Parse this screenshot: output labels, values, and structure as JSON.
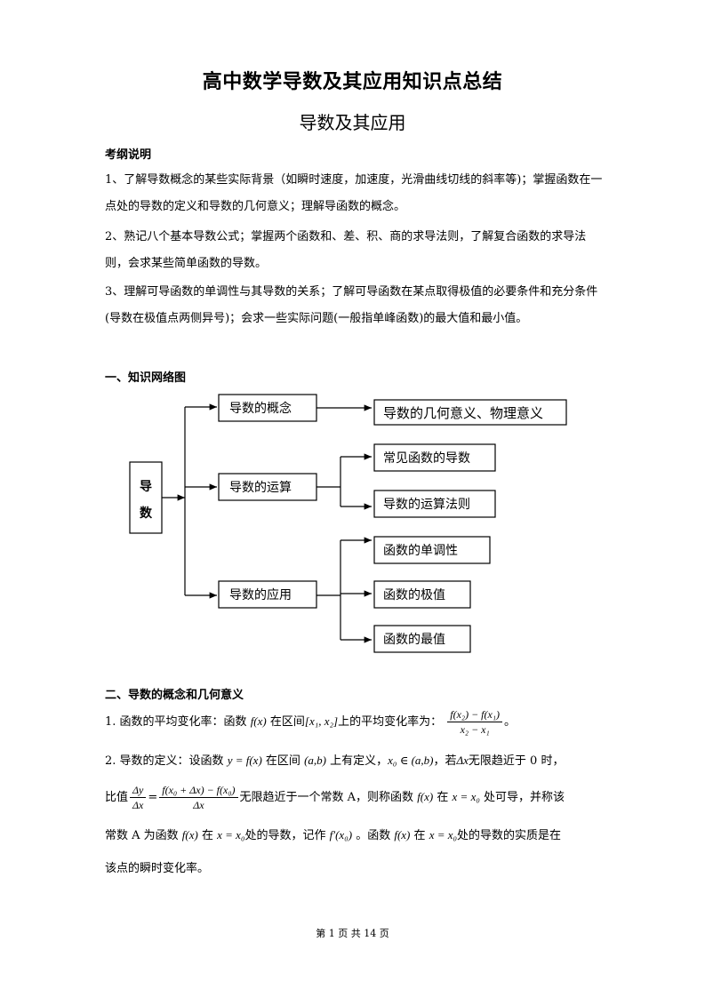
{
  "title": "高中数学导数及其应用知识点总结",
  "subtitle": "导数及其应用",
  "syllabus": {
    "heading": "考纲说明",
    "p1": "1、了解导数概念的某些实际背景（如瞬时速度，加速度，光滑曲线切线的斜率等)；掌握函数在一点处的导数的定义和导数的几何意义；理解导函数的概念。",
    "p2": "2、熟记八个基本导数公式；掌握两个函数和、差、积、商的求导法则，了解复合函数的求导法则，会求某些简单函数的导数。",
    "p3": "3、理解可导函数的单调性与其导数的关系；了解可导函数在某点取得极值的必要条件和充分条件(导数在极值点两侧异号)；会求一些实际问题(一般指单峰函数)的最大值和最小值。"
  },
  "section1": {
    "heading": "一、知识网络图",
    "root_top": "导",
    "root_bottom": "数",
    "n_concept": "导数的概念",
    "n_concept_child": "导数的几何意义、物理意义",
    "n_ops": "导数的运算",
    "n_ops_child1": "常见函数的导数",
    "n_ops_child2": "导数的运算法则",
    "n_app": "导数的应用",
    "n_app_child1": "函数的单调性",
    "n_app_child2": "函数的极值",
    "n_app_child3": "函数的最值"
  },
  "section2": {
    "heading": "二、导数的概念和几何意义",
    "i1_label": "1.  函数的平均变化率：函数",
    "i1_f": "f(x)",
    "i1_mid": "在区间",
    "i1_interval": "[x₁, x₂]",
    "i1_mid2": "上的平均变化率为：",
    "i1_num": "f(x₂) − f(x₁)",
    "i1_den": "x₂ − x₁",
    "i1_end": "。",
    "i2_a": "2.  导数的定义：设函数",
    "i2_eq": "y = f(x)",
    "i2_b": "在区间",
    "i2_ab": "(a,b)",
    "i2_c": "上有定义，",
    "i2_x0": "x₀ ∈ (a,b)",
    "i2_d": "，若",
    "i2_dx": "Δx",
    "i2_e": "无限趋近于 0 时，",
    "i2_f_pre": "比值",
    "i2_frac1_num": "Δy",
    "i2_frac1_den": "Δx",
    "i2_frac2_num": "f(x₀ + Δx) − f(x₀)",
    "i2_frac2_den": "Δx",
    "i2_g": "无限趋近于一个常数 A，则称函数",
    "i2_fx": "f(x)",
    "i2_h": "在",
    "i2_xeq": "x = x₀",
    "i2_i": "处可导，并称该",
    "i2_j": "常数 A 为函数",
    "i2_k": "处的导数，记作",
    "i2_fp": "f′(x₀)",
    "i2_l": "。函数",
    "i2_m": "处的导数的实质是在",
    "i2_n": "该点的瞬时变化率。"
  },
  "footer": "第  1  页  共  14  页"
}
